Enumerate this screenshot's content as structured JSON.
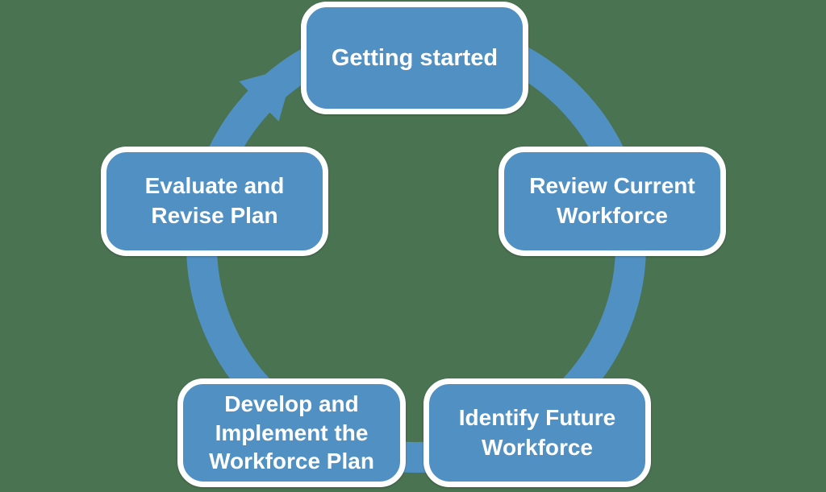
{
  "colors": {
    "background": "#4a7351",
    "node_fill": "#5190c3",
    "node_border": "#ffffff",
    "node_text": "#ffffff",
    "arrow": "#5190c3"
  },
  "diagram": {
    "type": "cycle",
    "direction": "clockwise",
    "nodes": [
      {
        "label": "Getting started",
        "lines": [
          "Getting started"
        ]
      },
      {
        "label": "Review Current Workforce",
        "lines": [
          "Review Current",
          "Workforce"
        ]
      },
      {
        "label": "Identify Future Workforce",
        "lines": [
          "Identify Future",
          "Workforce"
        ]
      },
      {
        "label": "Develop and Implement the Workforce Plan",
        "lines": [
          "Develop and",
          "Implement the",
          "Workforce Plan"
        ]
      },
      {
        "label": "Evaluate and Revise Plan",
        "lines": [
          "Evaluate and",
          "Revise Plan"
        ]
      }
    ]
  }
}
